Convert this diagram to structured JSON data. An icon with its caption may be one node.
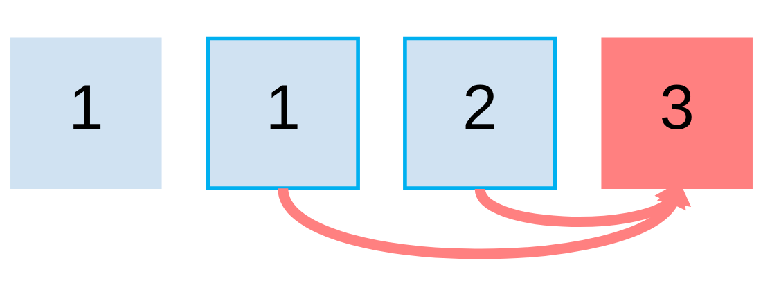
{
  "diagram": {
    "nodes": [
      {
        "text": [
          "1"
        ]
      },
      {
        "text": [
          "1"
        ]
      },
      {
        "text": [
          "2"
        ]
      },
      {
        "text": [
          "3"
        ]
      }
    ],
    "edges": [
      {
        "from": 1,
        "to": 3,
        "arrow": "to"
      },
      {
        "from": 2,
        "to": 3,
        "arrow": "to"
      }
    ]
  }
}
